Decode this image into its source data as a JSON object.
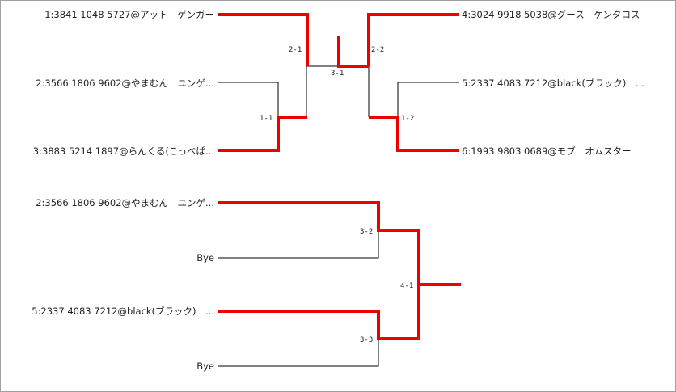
{
  "bracket_upper": {
    "players": {
      "p1": "1:3841 1048 5727@アット　ゲンガー",
      "p2": "2:3566 1806 9602@やまむん　ユンゲ...",
      "p3": "3:3883 5214 1897@らんくる(こっぺぱ...",
      "p4": "4:3024 9918 5038@グース　ケンタロス",
      "p5": "5:2337 4083 7212@black(ブラック)　...",
      "p6": "6:1993 9803 0689@モブ　オムスター"
    },
    "matches": {
      "m11": "1-1",
      "m12": "1-2",
      "m21": "2-1",
      "m22": "2-2",
      "m31": "3-1"
    }
  },
  "bracket_lower": {
    "players": {
      "a": "2:3566 1806 9602@やまむん　ユンゲ...",
      "bye1": "Bye",
      "b": "5:2337 4083 7212@black(ブラック)　...",
      "bye2": "Bye"
    },
    "matches": {
      "m32": "3-2",
      "m33": "3-3",
      "m41": "4-1"
    }
  },
  "colors": {
    "winner_line": "#ee0000",
    "loser_line": "#000000",
    "border": "#a0a0a0"
  }
}
